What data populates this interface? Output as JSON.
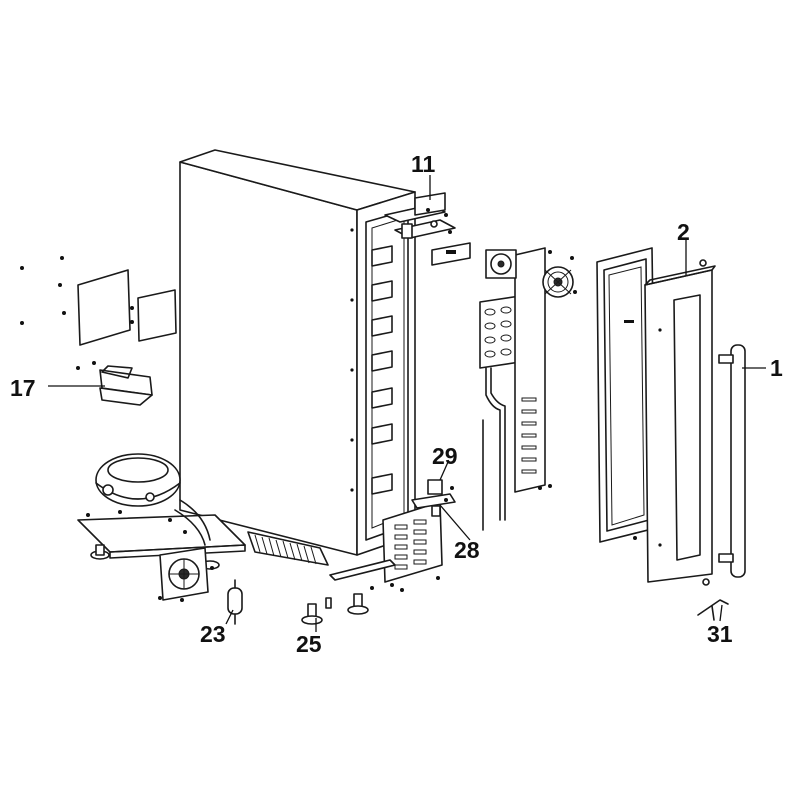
{
  "callouts": [
    {
      "id": "11",
      "label": "11"
    },
    {
      "id": "2",
      "label": "2"
    },
    {
      "id": "1",
      "label": "1"
    },
    {
      "id": "17",
      "label": "17"
    },
    {
      "id": "29",
      "label": "29"
    },
    {
      "id": "28",
      "label": "28"
    },
    {
      "id": "23",
      "label": "23"
    },
    {
      "id": "25",
      "label": "25"
    },
    {
      "id": "31",
      "label": "31"
    }
  ]
}
